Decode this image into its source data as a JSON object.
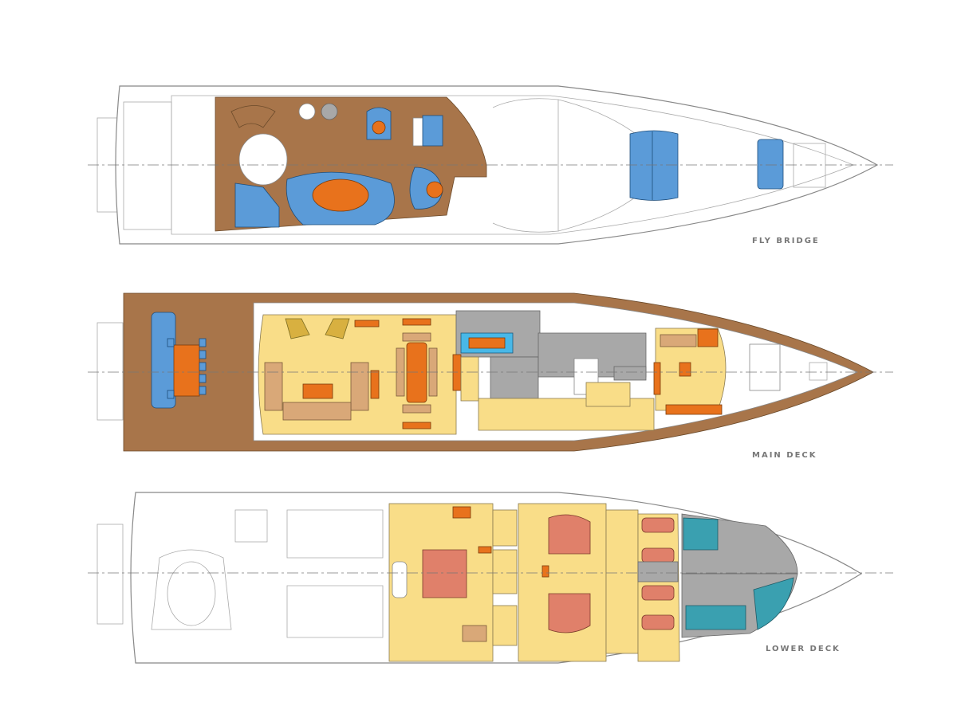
{
  "decks": [
    {
      "id": "fly-bridge",
      "label": "FLY BRIDGE"
    },
    {
      "id": "main-deck",
      "label": "MAIN DECK"
    },
    {
      "id": "lower-deck",
      "label": "LOWER DECK"
    }
  ],
  "colors": {
    "teak": "#a8754a",
    "interior_floor": "#f9dd88",
    "furniture": "#e8721c",
    "upholstery": "#5b9bd8",
    "service_areas": "#a8a8a8",
    "beds": "#e0806a",
    "crew_area": "#3aa0b0"
  }
}
